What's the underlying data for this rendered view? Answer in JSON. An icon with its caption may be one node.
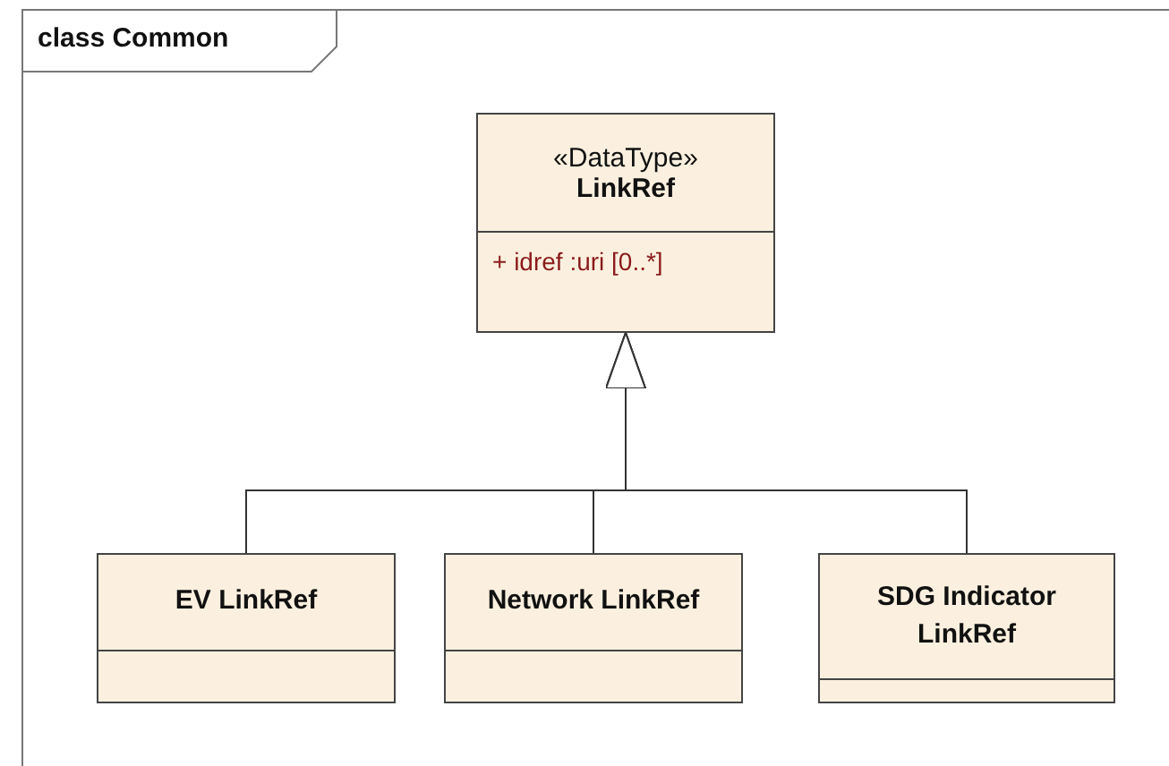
{
  "diagram": {
    "nodes": [
      {
        "text": [
          "class Common"
        ]
      },
      {
        "text": [
          "«DataType»",
          "LinkRef",
          "+ idref :uri [0..*]"
        ],
        "in": 0
      },
      {
        "text": [
          "EV LinkRef"
        ],
        "in": 0
      },
      {
        "text": [
          "Network LinkRef"
        ],
        "in": 0
      },
      {
        "text": [
          "SDG Indicator LinkRef"
        ],
        "in": 0
      }
    ],
    "edges": [
      {
        "from": 2,
        "to": 1,
        "arrow": "to"
      },
      {
        "from": 3,
        "to": 1,
        "arrow": "to"
      },
      {
        "from": 4,
        "to": 1,
        "arrow": "to"
      }
    ]
  }
}
